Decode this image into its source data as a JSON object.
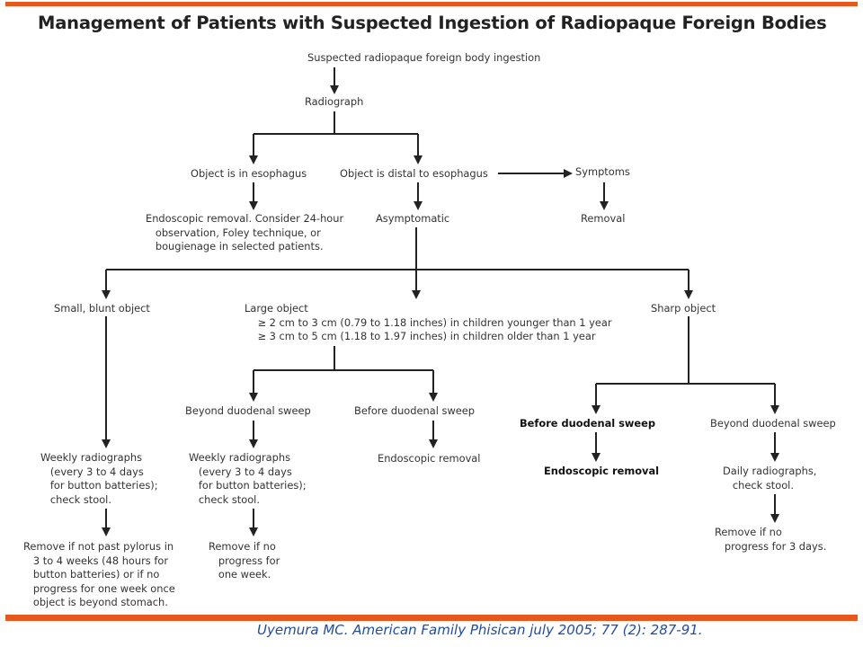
{
  "title": "Management of Patients with Suspected Ingestion of Radiopaque Foreign Bodies",
  "nodes": {
    "start": "Suspected radiopaque foreign body ingestion",
    "radiograph": "Radiograph",
    "esophagus": "Object is in esophagus",
    "distal": "Object is distal to esophagus",
    "symptoms": "Symptoms",
    "endoscopic_esophagus": "Endoscopic removal. Consider 24-hour\n   observation, Foley technique, or\n   bougienage in selected patients.",
    "asymptomatic": "Asymptomatic",
    "removal": "Removal",
    "small_blunt": "Small, blunt object",
    "large_object": "Large object\n    ≥ 2 cm to 3 cm (0.79 to 1.18 inches) in children younger than 1 year\n    ≥ 3 cm to 5 cm (1.18 to 1.97 inches) in children older than 1 year",
    "sharp_object": "Sharp object",
    "large_beyond": "Beyond duodenal sweep",
    "large_before": "Before duodenal sweep",
    "sharp_before": "Before duodenal sweep",
    "sharp_beyond": "Beyond duodenal sweep",
    "small_weekly": "Weekly radiographs\n   (every 3 to 4 days\n   for button batteries);\n   check stool.",
    "large_weekly": "Weekly radiographs\n   (every 3 to 4 days\n   for button batteries);\n   check stool.",
    "large_endoscopic": "Endoscopic removal",
    "sharp_endoscopic": "Endoscopic removal",
    "sharp_daily": "Daily radiographs,\n   check stool.",
    "small_remove": "Remove if not past pylorus in\n   3 to 4 weeks (48 hours for\n   button batteries) or if no\n   progress for one week once\n   object is beyond stomach.",
    "large_remove": "Remove if no\n   progress for\n   one week.",
    "sharp_remove": "Remove if no\n   progress for 3 days."
  },
  "citation": "Uyemura MC. American Family Phisican july 2005; 77 (2): 287-91.",
  "colors": {
    "accent_bar": "#e8581c",
    "citation": "#1f4ea1",
    "lines": "#222222"
  }
}
